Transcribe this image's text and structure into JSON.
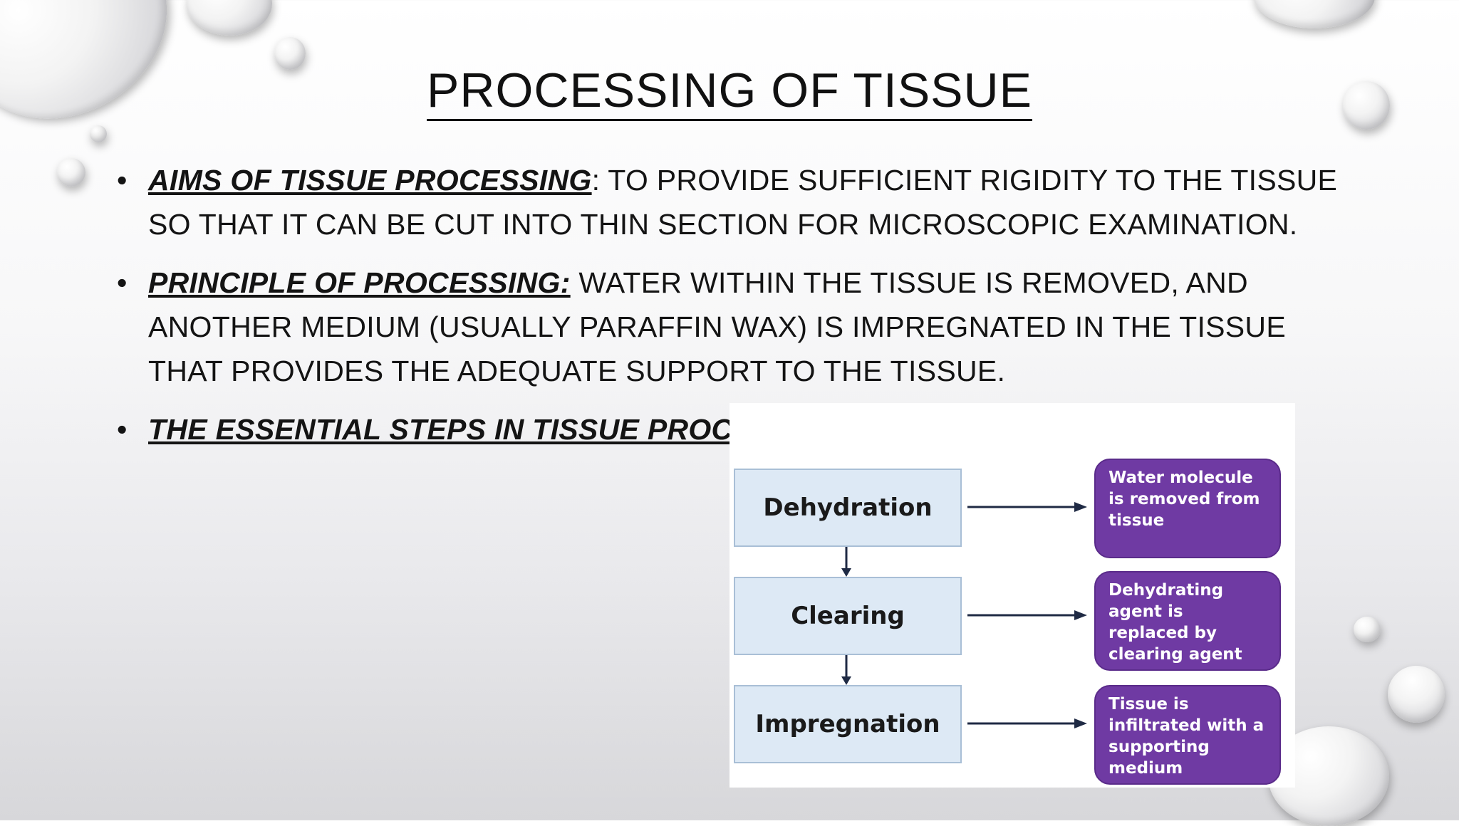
{
  "slide": {
    "title": "PROCESSING OF TISSUE",
    "bullets": [
      {
        "head": "AIMS OF TISSUE PROCESSING",
        "text": ": TO PROVIDE SUFFICIENT RIGIDITY TO THE TISSUE SO THAT IT CAN BE CUT INTO THIN SECTION FOR MICROSCOPIC EXAMINATION."
      },
      {
        "head": "PRINCIPLE OF PROCESSING:",
        "text": " WATER WITHIN THE TISSUE IS REMOVED, AND ANOTHER MEDIUM (USUALLY PARAFFIN WAX) IS IMPREGNATED IN THE TISSUE THAT PROVIDES THE ADEQUATE SUPPORT TO THE TISSUE."
      },
      {
        "head": "THE ESSENTIAL STEPS IN TISSUE PROCES",
        "text": ""
      }
    ]
  },
  "diagram": {
    "steps": [
      "Dehydration",
      "Clearing",
      "Impregnation"
    ],
    "results": [
      "Water molecule is removed from tissue",
      "Dehydrating agent is replaced by clearing agent",
      "Tissue is infiltrated with a supporting medium"
    ],
    "colors": {
      "step_fill": "#dde9f5",
      "result_fill": "#6f3aa3",
      "arrow": "#1f2a44"
    }
  }
}
